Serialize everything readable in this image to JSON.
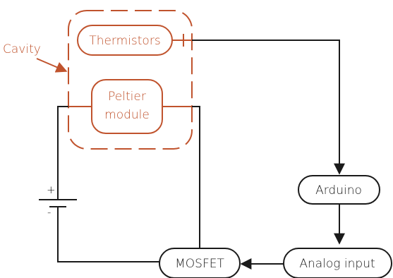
{
  "diagram": {
    "nodes": {
      "thermistors": "Thermistors",
      "peltier_line1": "Peltier",
      "peltier_line2": "module",
      "arduino": "Arduino",
      "analog_input": "Analog input",
      "mosfet": "MOSFET"
    },
    "labels": {
      "cavity": "Cavity",
      "battery_plus": "+",
      "battery_minus": "-"
    },
    "colors": {
      "accent": "#C0532D",
      "line": "#1a1a1a",
      "background": "#ffffff"
    }
  }
}
